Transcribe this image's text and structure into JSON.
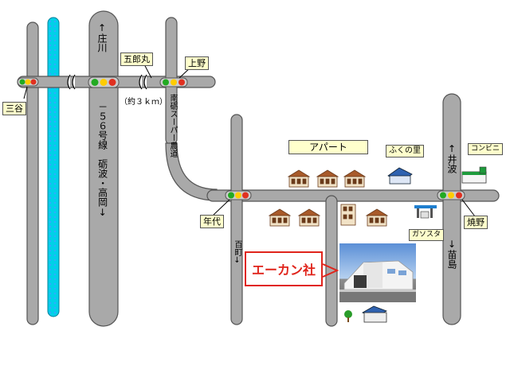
{
  "labels": {
    "shokawa": "↑庄川",
    "goroumaru": "五郎丸",
    "ueno": "上野",
    "mitani": "三谷",
    "about3km": "（約３ｋｍ）",
    "route156": "－５６号線　砺波・高岡↓",
    "nanto_super": "南砺スーパー農道",
    "apart": "アパート",
    "fukunosato": "ふくの里",
    "konbini": "コンビニ",
    "inami": "↑井波",
    "nendai": "年代",
    "yakeno": "焼野",
    "gasustation": "ガソスタ",
    "hyakume": "百町↓",
    "nanto_south": "↓苗島",
    "company": "エーカン社"
  },
  "colors": {
    "road": "#a9a9a9",
    "road_edge": "#555555",
    "river": "#00d0e8",
    "label_bg": "#ffffcc",
    "company_red": "#e0241b"
  }
}
